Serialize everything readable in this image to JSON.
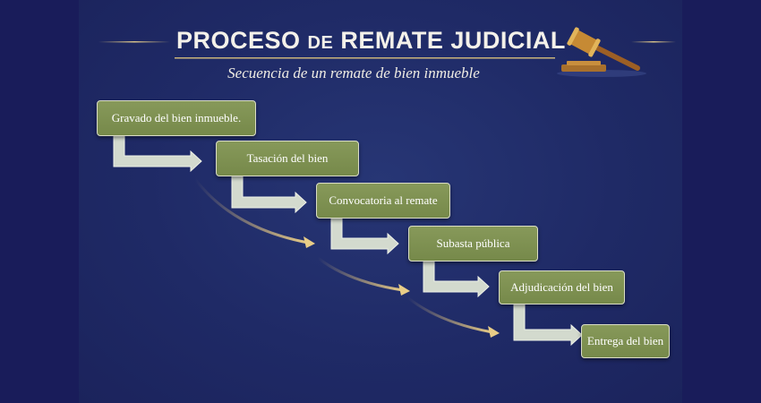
{
  "header": {
    "title_part1": "PROCESO ",
    "title_part2": "DE",
    "title_part3": " REMATE JUDICIAL",
    "subtitle": "Secuencia de un remate de bien inmueble",
    "icon": "gavel-icon"
  },
  "steps": [
    {
      "label": "Gravado del bien inmueble."
    },
    {
      "label": "Tasación del bien"
    },
    {
      "label": "Convocatoria al remate"
    },
    {
      "label": "Subasta pública"
    },
    {
      "label": "Adjudicación del bien"
    },
    {
      "label": "Entrega del bien"
    }
  ],
  "colors": {
    "background": "#191c5a",
    "box": "#7f9450",
    "arrow": "#d3dace",
    "curve": "#e2c27a"
  }
}
